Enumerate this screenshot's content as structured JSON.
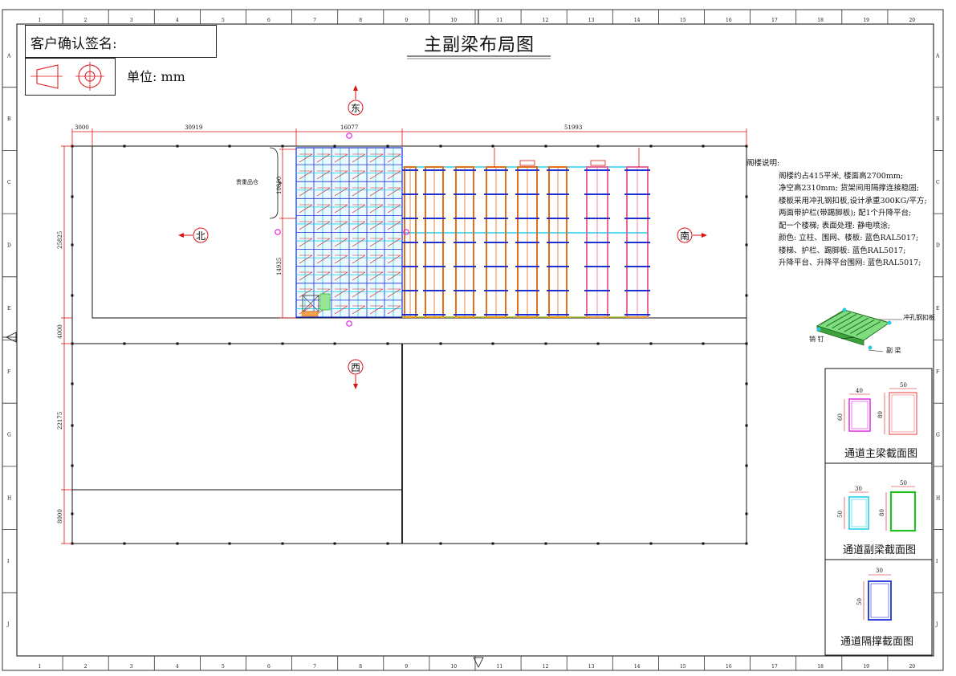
{
  "title_block": {
    "sign_label": "客户确认签名:",
    "unit_label": "单位: mm",
    "drawing_title": "主副梁布局图"
  },
  "compass": {
    "east": "东",
    "west": "西",
    "north": "北",
    "south": "南"
  },
  "dimensions": {
    "top": [
      "3000",
      "30919",
      "16077",
      "51993"
    ],
    "left": [
      "25825",
      "4000",
      "22175",
      "8000"
    ],
    "rack": [
      "10890",
      "14935"
    ]
  },
  "area_label": "贵重品仓",
  "notes": {
    "heading": "阁楼说明:",
    "lines": [
      "阁楼约占415平米, 楼面高2700mm;",
      "净空高2310mm; 货架间用隔撑连接稳固;",
      "楼板采用冲孔钢扣板,设计承重300KG/平方;",
      "两面带护栏(带踢脚板); 配1个升降平台;",
      "配一个楼梯; 表面处理: 静电喷涂;",
      "颜色: 立柱、围网、楼板: 蓝色RAL5017;",
      "楼梯、护栏、踢脚板: 蓝色RAL5017;",
      "升降平台、升降平台围网: 蓝色RAL5017;"
    ]
  },
  "detail_labels": {
    "plate": "冲孔钢扣板",
    "pin": "销 钉",
    "beam": "副 梁"
  },
  "sections": {
    "main_beam": {
      "title": "通道主梁截面图",
      "d1": "40",
      "d2": "60",
      "d3": "50",
      "d4": "80"
    },
    "secondary_beam": {
      "title": "通道副梁截面图",
      "d1": "30",
      "d2": "50",
      "d3": "50",
      "d4": "80"
    },
    "spacer": {
      "title": "通道隔撑截面图",
      "d1": "30",
      "d2": "50"
    }
  },
  "grid": {
    "cols": [
      "1",
      "2",
      "3",
      "4",
      "5",
      "6",
      "7",
      "8",
      "9",
      "10",
      "11",
      "12",
      "13",
      "14",
      "15",
      "16",
      "17",
      "18",
      "19",
      "20"
    ],
    "rows": [
      "A",
      "B",
      "C",
      "D",
      "E",
      "F",
      "G",
      "H",
      "I",
      "J"
    ]
  },
  "colors": {
    "dim_red": "#d11",
    "rack_blue": "#1f2fcf",
    "rack_cyan": "#24d0e8",
    "rack_orange": "#e0701a",
    "rack_pink": "#e76a9a",
    "magenta": "#e020e0",
    "green": "#22c022"
  }
}
